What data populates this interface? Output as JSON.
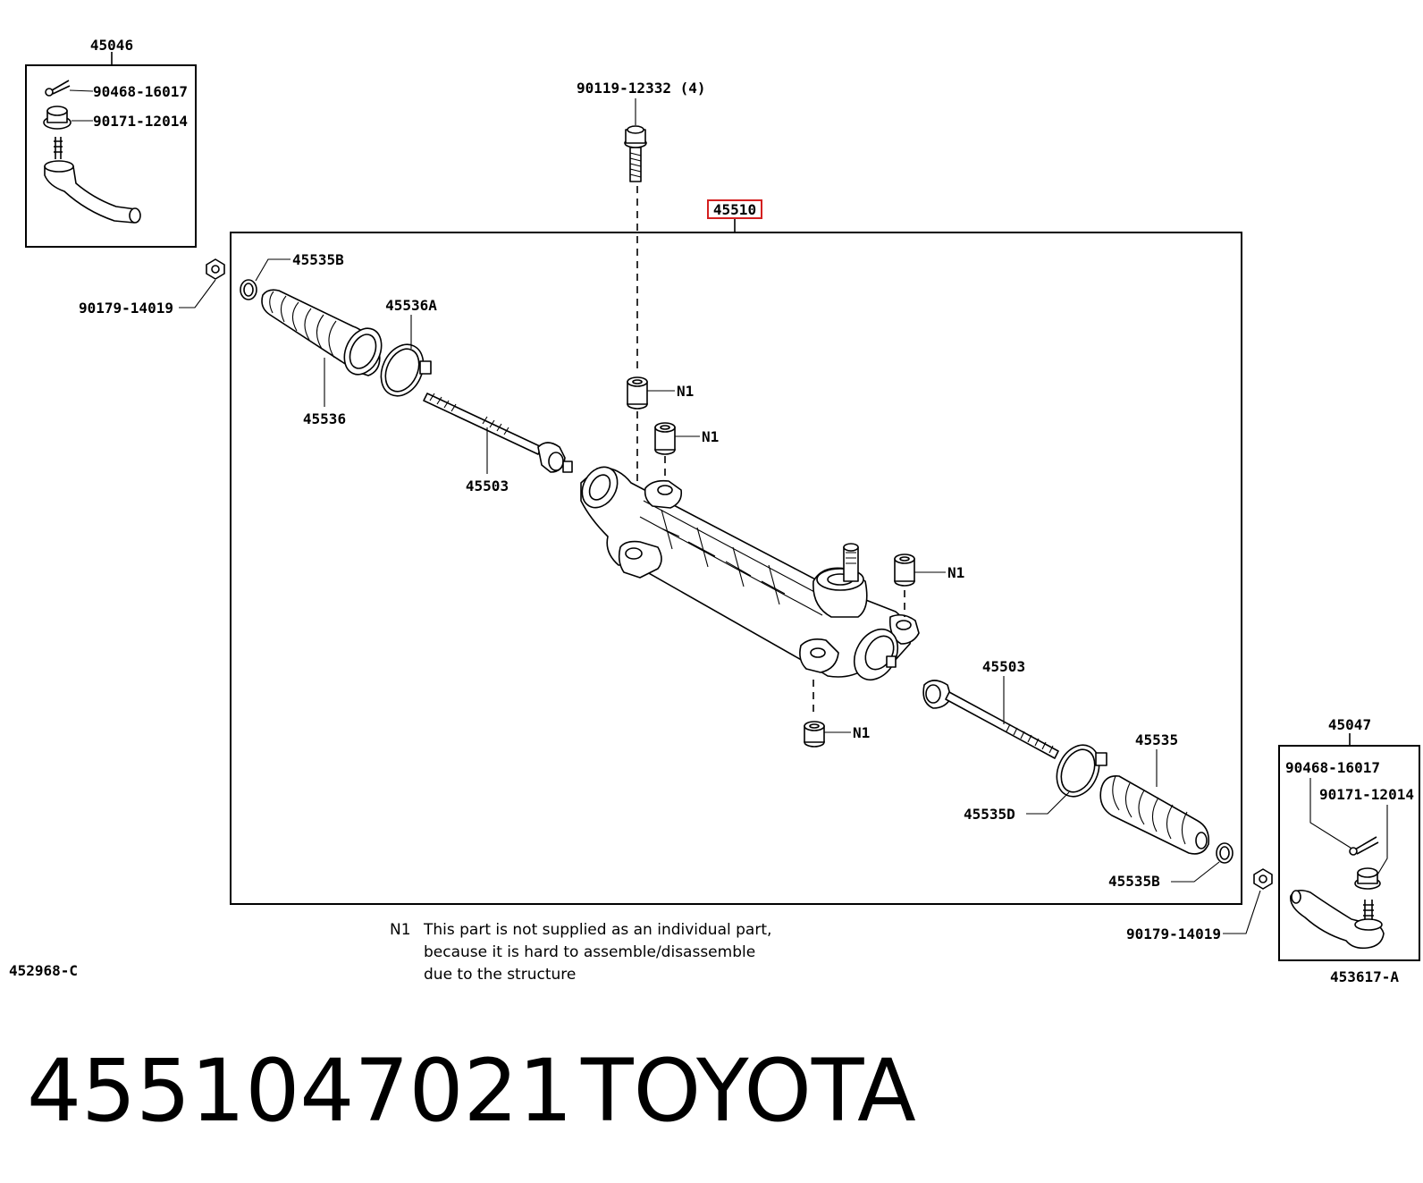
{
  "diagram": {
    "group_labels": {
      "tie_rod_end_left": "45046",
      "tie_rod_end_right": "45047",
      "rack_assembly": "45510"
    },
    "callouts": {
      "cotter_pin_left": "90468-16017",
      "nut_left": "90171-12014",
      "bolt_top": "90119-12332 (4)",
      "clamp_left_small": "45535B",
      "nut_outer_left": "90179-14019",
      "clamp_left_large": "45536A",
      "boot_left": "45536",
      "inner_rod_left": "45503",
      "bushing_1": "N1",
      "bushing_2": "N1",
      "bushing_3": "N1",
      "bushing_4": "N1",
      "inner_rod_right": "45503",
      "boot_right": "45535",
      "clamp_right_large": "45535D",
      "clamp_right_small": "45535B",
      "nut_outer_right": "90179-14019",
      "cotter_pin_right": "90468-16017",
      "nut_right": "90171-12014"
    },
    "note": {
      "code": "N1",
      "line1": "This part is not supplied as an individual part,",
      "line2": "because it is hard to assemble/disassemble",
      "line3": "due to the structure"
    },
    "ref_left": "452968-C",
    "ref_right": "453617-A"
  },
  "caption": {
    "part_number": "4551047021",
    "brand": "TOYOTA"
  },
  "colors": {
    "highlight": "#d42020",
    "ink": "#000000"
  }
}
